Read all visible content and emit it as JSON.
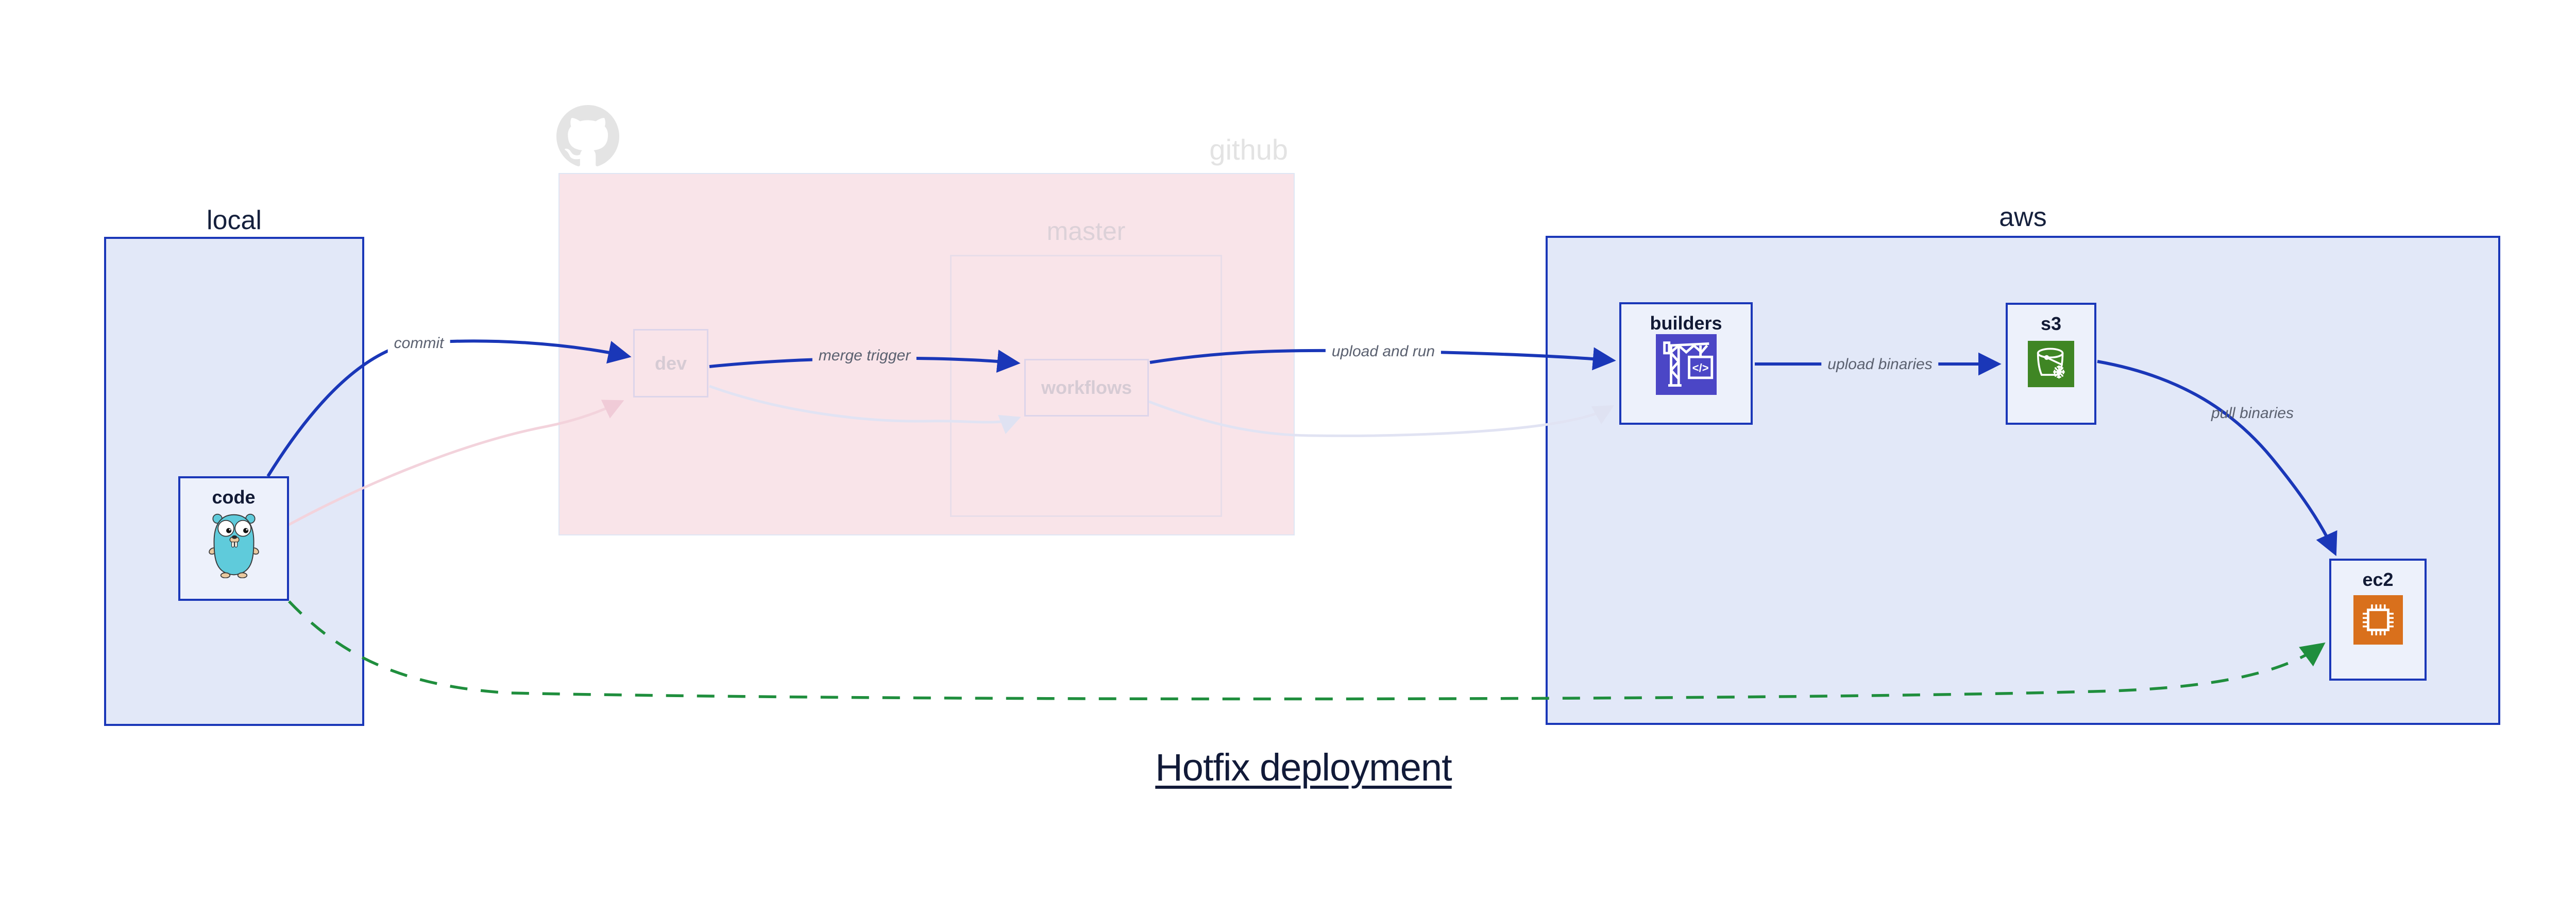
{
  "title": "Hotfix deployment",
  "clusters": {
    "local": {
      "label": "local"
    },
    "github": {
      "label": "github",
      "master": {
        "label": "master"
      }
    },
    "aws": {
      "label": "aws"
    }
  },
  "nodes": {
    "code": {
      "label": "code",
      "icon": "go-gopher-icon"
    },
    "dev": {
      "label": "dev"
    },
    "workflows": {
      "label": "workflows"
    },
    "builders": {
      "label": "builders",
      "icon": "codebuild-crane-icon"
    },
    "s3": {
      "label": "s3",
      "icon": "s3-glacier-bucket-icon"
    },
    "ec2": {
      "label": "ec2",
      "icon": "ec2-chip-icon"
    }
  },
  "edges": {
    "commit": {
      "label": "commit",
      "style": "solid-blue"
    },
    "merge_trigger": {
      "label": "merge trigger",
      "style": "solid-blue"
    },
    "upload_and_run": {
      "label": "upload and run",
      "style": "solid-blue"
    },
    "upload_binaries": {
      "label": "upload binaries",
      "style": "solid-blue"
    },
    "pull_binaries": {
      "label": "pull binaries",
      "style": "solid-blue"
    },
    "hotfix_direct": {
      "label": "",
      "style": "dashed-green"
    },
    "faded_commit": {
      "label": "",
      "style": "faded-pink"
    },
    "faded_merge": {
      "label": "",
      "style": "faded-lavender"
    },
    "faded_upload": {
      "label": "",
      "style": "faded-lavender"
    }
  },
  "icons": {
    "github_watermark": "github-octocat-icon"
  },
  "colors": {
    "active_edge": "#1a37b8",
    "hotfix_edge": "#1f8e3d",
    "cluster_border": "#1a37b8",
    "cluster_fill": "#e2e8f8",
    "node_fill": "#edf1fb",
    "github_zone_fill": "#f9e4e9",
    "faded_border": "#ddd5ea",
    "faded_text": "#d6cbd4",
    "edge_label_text": "#5b6170",
    "title_text": "#111a38",
    "builders_icon_bg": "#4b46c6",
    "s3_icon_bg": "#3f8624",
    "ec2_icon_bg": "#d9701c",
    "gopher_body": "#5fcbdb"
  }
}
